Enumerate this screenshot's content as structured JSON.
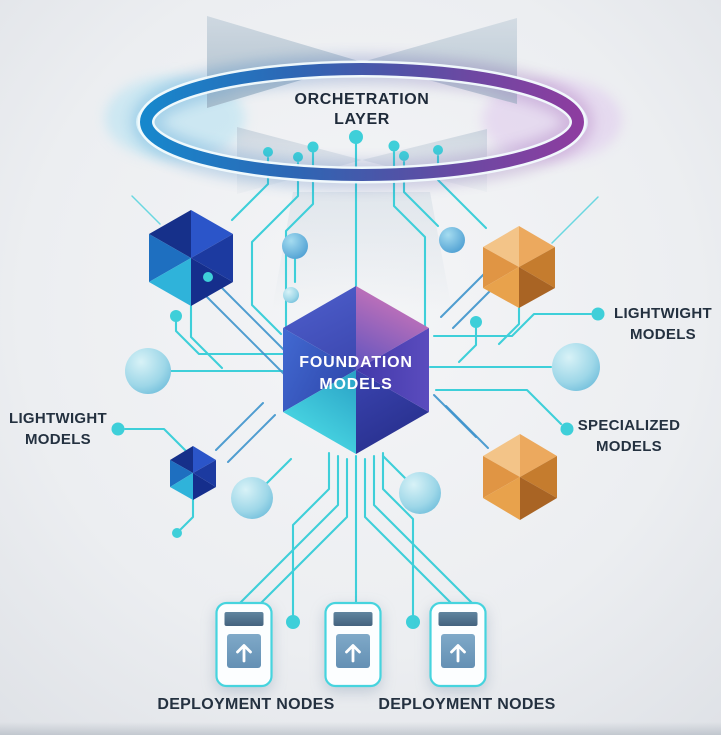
{
  "title": {
    "line1": "ORCHETRATION",
    "line2": "LAYER"
  },
  "foundation_hexagon": {
    "line1": "FOUNDATION",
    "line2": "MODELS"
  },
  "side_labels": {
    "left_lightweight": {
      "line1": "LIGHTWIGHT",
      "line2": "MODELS"
    },
    "right_lightweight": {
      "line1": "LIGHTWIGHT",
      "line2": "MODELS"
    },
    "specialized": {
      "line1": "SPECIALIZED",
      "line2": "MODELS"
    }
  },
  "deployment": {
    "labels": [
      "DEPLOYMENT NODES",
      "DEPLOYMENT NODES"
    ],
    "node_count": 3,
    "icon": "upload-arrow-icon"
  },
  "icons": {
    "deployment-node-icon": "↑"
  },
  "colors": {
    "accent-cyan": "#3ecfd9",
    "trace-blue": "#3d93cc",
    "ring-blue": "#1a82c8",
    "ring-purple": "#8b3f9f",
    "navy-text": "#1f2b3a",
    "label-dark": "#243140",
    "device-border": "#46d4de",
    "device-slate": "#4f7392",
    "hexagon-blue": "#2b55c9",
    "hexagon-teal": "#2fb3da",
    "hexagon-orange": "#d88f3f",
    "hexagon-purple": "#b06ab3"
  }
}
